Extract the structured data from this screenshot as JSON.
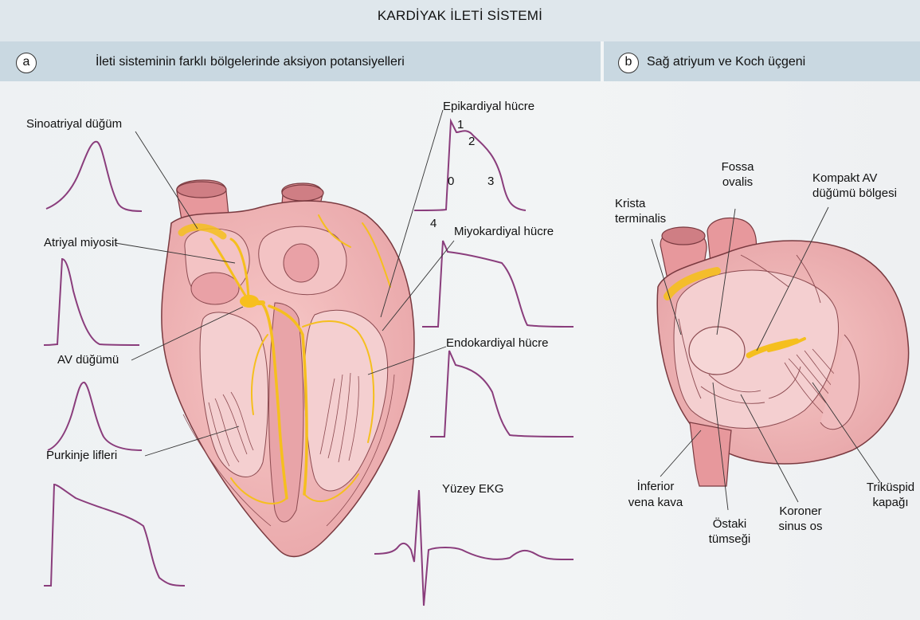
{
  "header": {
    "title": "KARDİYAK İLETİ SİSTEMİ"
  },
  "panel_a": {
    "badge": "a",
    "title": "İleti sisteminin farklı bölgelerinde aksiyon potansiyelleri",
    "labels": {
      "sinoatrial": "Sinoatriyal düğüm",
      "atrial": "Atriyal miyosit",
      "av_node": "AV düğümü",
      "purkinje": "Purkinje lifleri",
      "epicardial": "Epikardiyal hücre",
      "myocardial": "Miyokardiyal hücre",
      "endocardial": "Endokardiyal hücre",
      "ekg": "Yüzey  EKG"
    },
    "phases": {
      "p0": "0",
      "p1": "1",
      "p2": "2",
      "p3": "3",
      "p4": "4"
    }
  },
  "panel_b": {
    "badge": "b",
    "title": "Sağ atriyum ve Koch üçgeni",
    "labels": {
      "fossa_1": "Fossa",
      "fossa_2": "ovalis",
      "krista_1": "Krista",
      "krista_2": "terminalis",
      "kompakt_1": "Kompakt AV",
      "kompakt_2": "düğümü bölgesi",
      "inferior_1": "İnferior",
      "inferior_2": "vena kava",
      "ostaki_1": "Östaki",
      "ostaki_2": "tümseği",
      "koroner_1": "Koroner",
      "koroner_2": "sinus os",
      "trikuspid_1": "Triküspid",
      "trikuspid_2": "kapağı"
    }
  },
  "colors": {
    "trace": "#8a3d7c",
    "heart_fill": "#f2b6b6",
    "heart_dark": "#e29b9e",
    "conduction": "#f7c21e",
    "header_bg": "#dfe7ec",
    "subheader_bg": "#c9d8e1"
  }
}
